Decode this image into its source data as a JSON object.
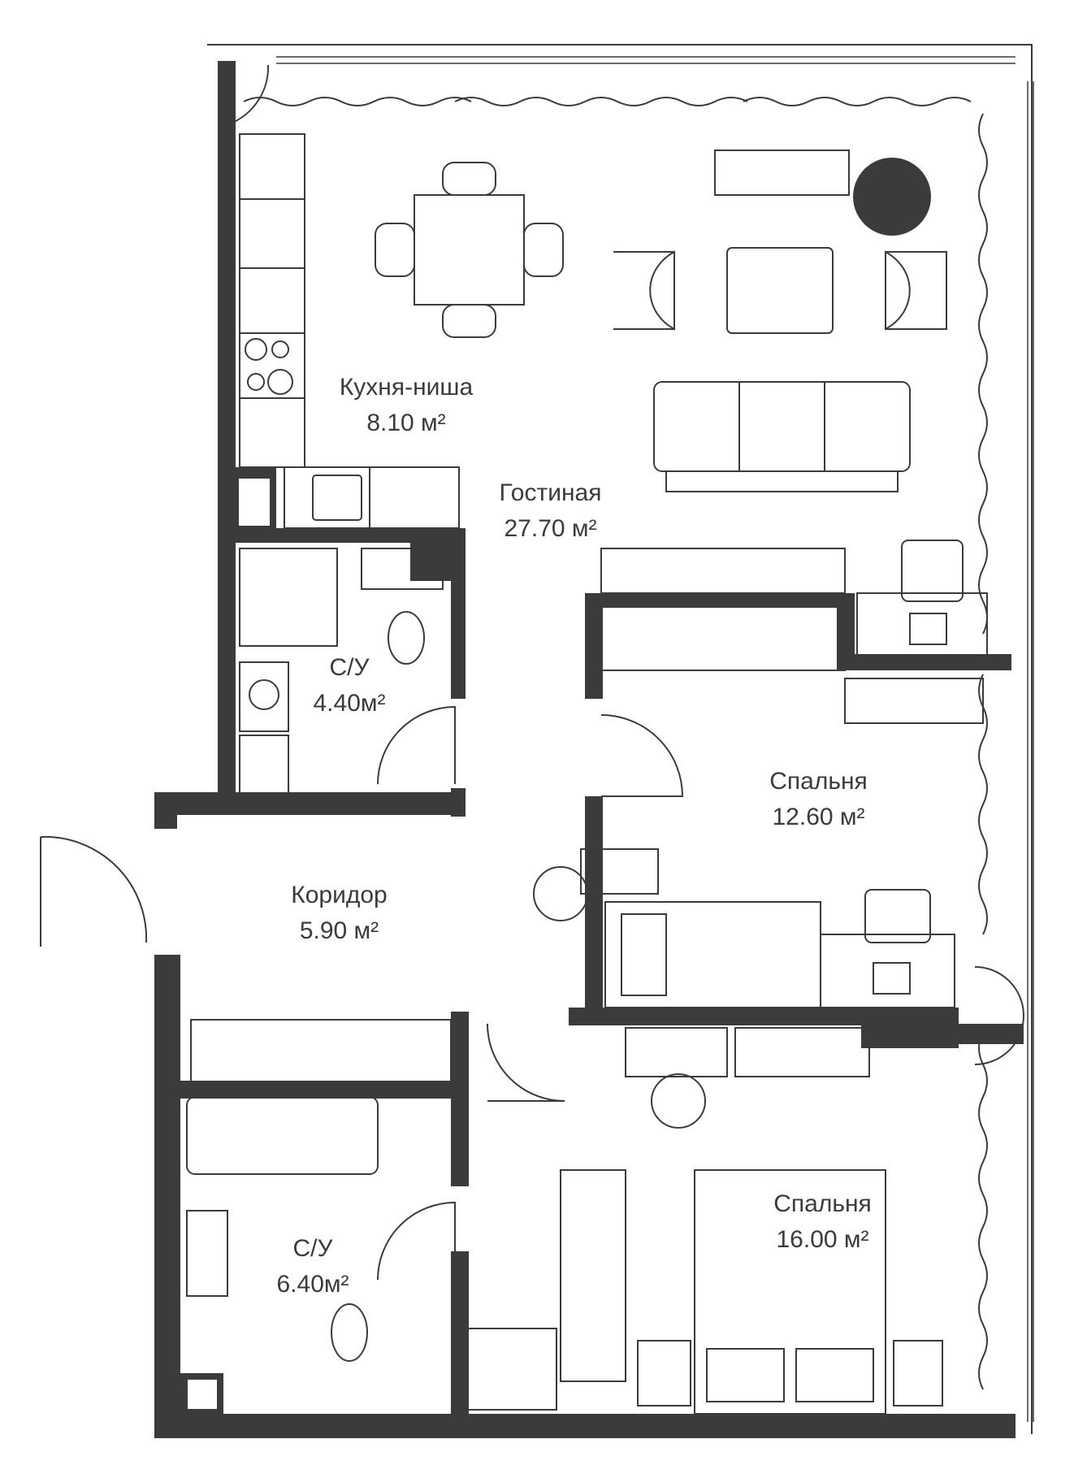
{
  "colors": {
    "wall": "#3b3b3b",
    "line": "#3b3b3b",
    "background": "#ffffff"
  },
  "rooms": {
    "kitchen": {
      "name": "Кухня-ниша",
      "area": "8.10 м²"
    },
    "living": {
      "name": "Гостиная",
      "area": "27.70 м²"
    },
    "bath1": {
      "name": "С/У",
      "area": "4.40м²"
    },
    "bedroom1": {
      "name": "Спальня",
      "area": "12.60 м²"
    },
    "corridor": {
      "name": "Коридор",
      "area": "5.90 м²"
    },
    "bath2": {
      "name": "С/У",
      "area": "6.40м²"
    },
    "bedroom2": {
      "name": "Спальня",
      "area": "16.00 м²"
    }
  }
}
